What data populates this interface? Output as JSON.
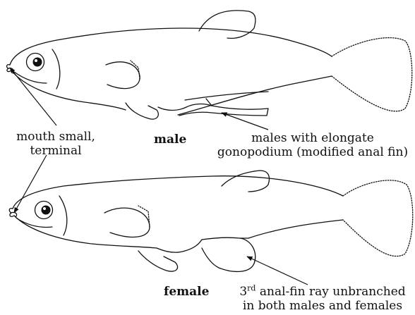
{
  "labels": {
    "mouth_line1": "mouth small,",
    "mouth_line2": "terminal",
    "male": "male",
    "gono_line1": "males with elongate",
    "gono_line2": "gonopodium (modified anal fin)",
    "female": "female",
    "ray_num": "3",
    "ray_sup": "rd",
    "ray_line1_rest": " anal-fin ray unbranched",
    "ray_line2": "in both males and females"
  }
}
